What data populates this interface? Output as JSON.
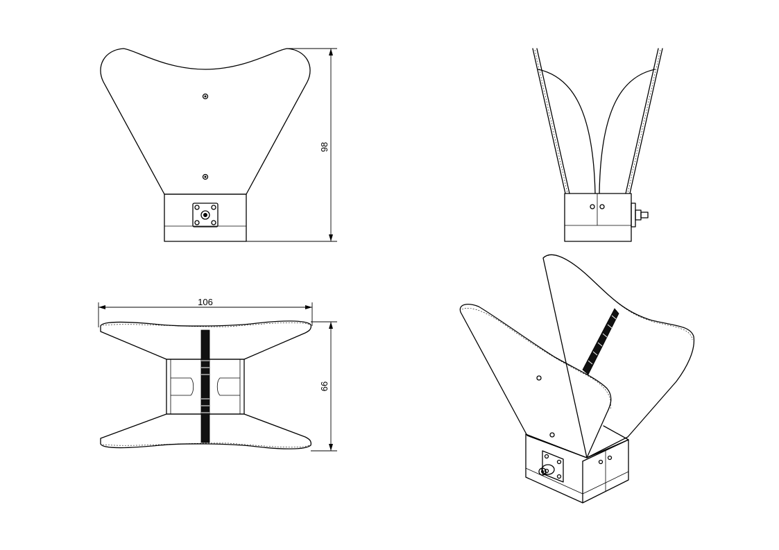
{
  "dimensions": {
    "height_front": "98",
    "width_top": "106",
    "depth_top": "66"
  }
}
